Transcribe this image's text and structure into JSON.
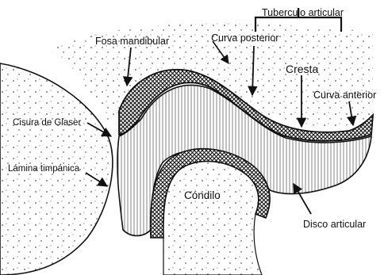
{
  "labels": {
    "tuberculo_articular": "Tuberculo articular",
    "fosa_mandibular": "Fosa mandibular",
    "curva_posterior": "Curva posterior",
    "cresta": "Cresta",
    "curva_anterior": "Curva anterior",
    "cisura_de_glaser": "Cisura de Glaser",
    "lamina_timpanica": "Lámina timpánica",
    "condilo": "Cóndilo",
    "disco_articular": "Disco articular"
  },
  "colors": {
    "ink": "#111111",
    "background": "#ffffff"
  }
}
